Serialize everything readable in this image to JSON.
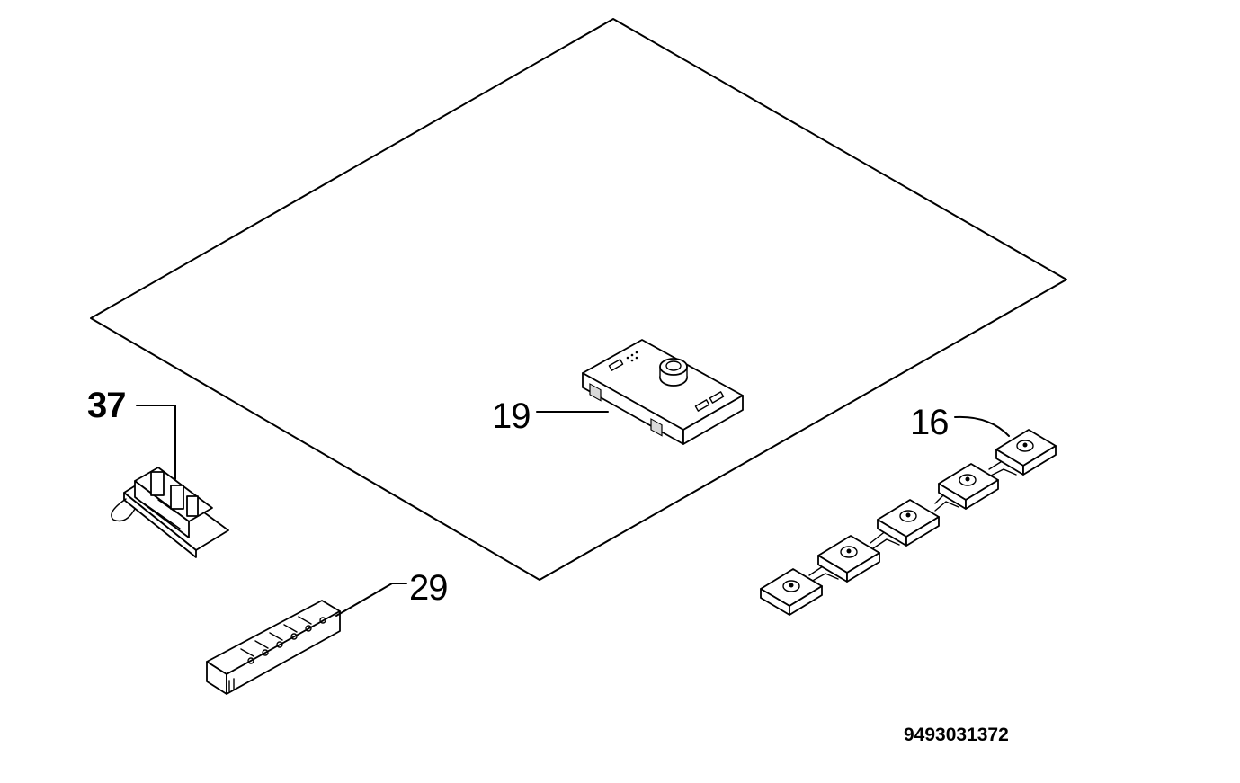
{
  "callouts": {
    "part_37": "37",
    "part_19": "19",
    "part_16": "16",
    "part_29": "29"
  },
  "document_number": "9493031372"
}
